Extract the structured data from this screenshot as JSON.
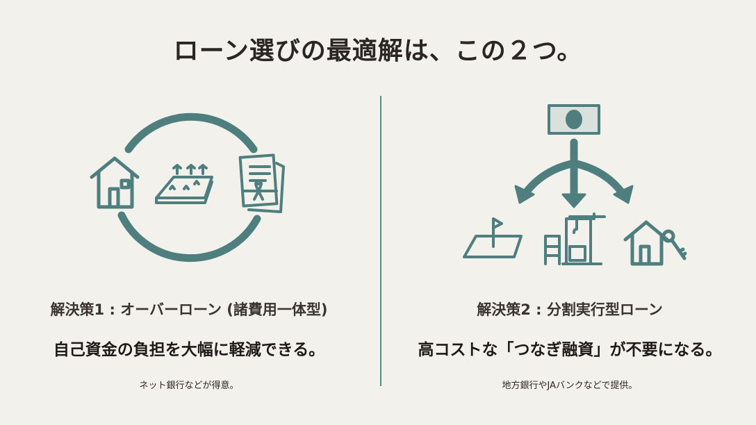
{
  "title": "ローン選びの最適解は、この２つ。",
  "colors": {
    "accent": "#4e7f7e",
    "background": "#f2f1ec",
    "text": "#2b2523"
  },
  "left": {
    "heading": "解決策1 : オーバーローン (諸費用一体型)",
    "benefit": "自己資金の負担を大幅に軽減できる。",
    "note": "ネット銀行などが得意。"
  },
  "right": {
    "heading": "解決策2 : 分割実行型ローン",
    "benefit": "高コストな「つなぎ融資」が不要になる。",
    "note": "地方銀行やJAバンクなどで提供。"
  }
}
